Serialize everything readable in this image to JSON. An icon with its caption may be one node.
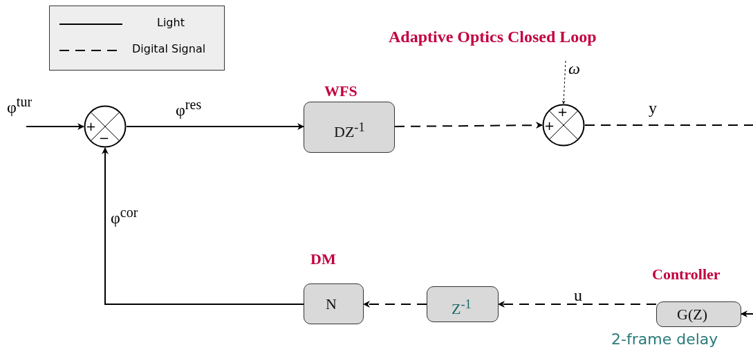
{
  "diagram": {
    "title": "Adaptive Optics Closed Loop",
    "nodes": [
      {
        "text": [
          "+",
          "−"
        ]
      },
      {
        "text": [
          "WFS",
          "DZ$^{-1}$"
        ]
      },
      {
        "text": [
          "+",
          "+"
        ]
      },
      {
        "text": [
          "Controller",
          "G(Z)"
        ],
        "beside": [
          "2-frame delay"
        ]
      },
      {
        "text": [
          "Z$^{-1}$"
        ]
      },
      {
        "text": [
          "DM",
          "N"
        ]
      }
    ],
    "edges": [
      {
        "from": null,
        "to": 0,
        "arrow": "to",
        "label": "φ$^{tur}$"
      },
      {
        "from": 0,
        "to": 1,
        "arrow": "to",
        "label": "φ$^{res}$"
      },
      {
        "from": 1,
        "to": 2,
        "arrow": "to",
        "style": "dashed"
      },
      {
        "from": null,
        "to": 2,
        "arrow": "to",
        "style": "dashed",
        "label": "ω"
      },
      {
        "from": 2,
        "to": null,
        "arrow": "none",
        "style": "dashed",
        "label": "y"
      },
      {
        "from": null,
        "to": 3,
        "arrow": "to"
      },
      {
        "from": 3,
        "to": 4,
        "arrow": "to",
        "style": "dashed",
        "label": "u"
      },
      {
        "from": 4,
        "to": 5,
        "arrow": "to",
        "style": "dashed"
      },
      {
        "from": 5,
        "to": 0,
        "arrow": "to",
        "label": "φ$^{cor}$"
      }
    ],
    "legend": [
      {
        "text": "Light"
      },
      {
        "text": "Digital Signal"
      }
    ]
  }
}
